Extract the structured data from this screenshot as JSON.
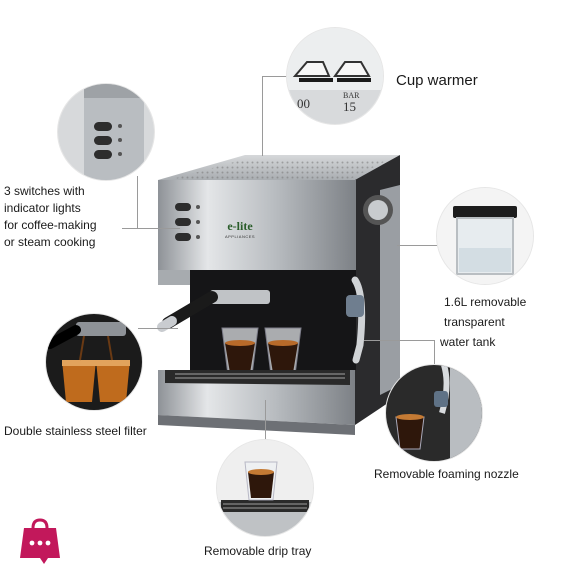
{
  "callouts": {
    "cup_warmer": "Cup warmer",
    "switches": [
      "3 switches with",
      "indicator lights",
      "for coffee-making",
      "or steam cooking"
    ],
    "water_tank": [
      "1.6L removable transparent",
      "water tank"
    ],
    "filter": "Double stainless steel filter",
    "foaming": "Removable foaming nozzle",
    "drip_tray": "Removable drip tray"
  },
  "brand": {
    "logo_main": "e-lite",
    "logo_sub": "APPLIANCES"
  },
  "gauge": {
    "unit": "BAR",
    "value": "15",
    "left_value": "00"
  },
  "colors": {
    "steel": "#c9ccd0",
    "body": "#1c1c1e",
    "accent_pink": "#c2185b",
    "coffee": "#3a1f0e"
  }
}
